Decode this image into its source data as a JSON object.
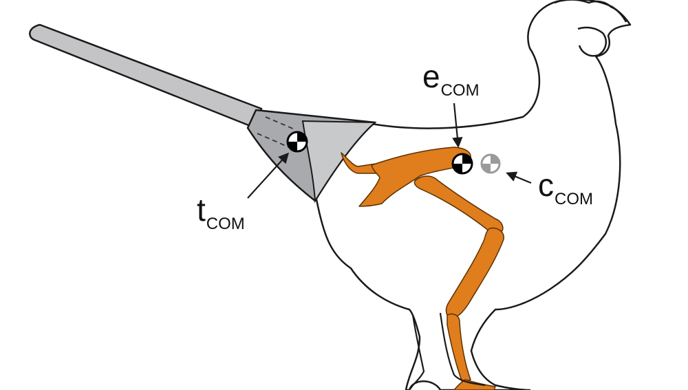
{
  "labels": {
    "e": {
      "main": "e",
      "sub": "COM"
    },
    "c": {
      "main": "c",
      "sub": "COM"
    },
    "t": {
      "main": "t",
      "sub": "COM"
    }
  },
  "colors": {
    "outline": "#1a1a1a",
    "rod": "#c4c4c6",
    "cone": "#a9aaad",
    "bone": "#e07d1d",
    "bone_edge": "#5a3000",
    "ccom_marker": "#9a9a9a"
  },
  "markers": [
    {
      "name": "tcom-marker",
      "style": "black"
    },
    {
      "name": "ecom-marker",
      "style": "black"
    },
    {
      "name": "ccom-marker",
      "style": "gray"
    }
  ]
}
